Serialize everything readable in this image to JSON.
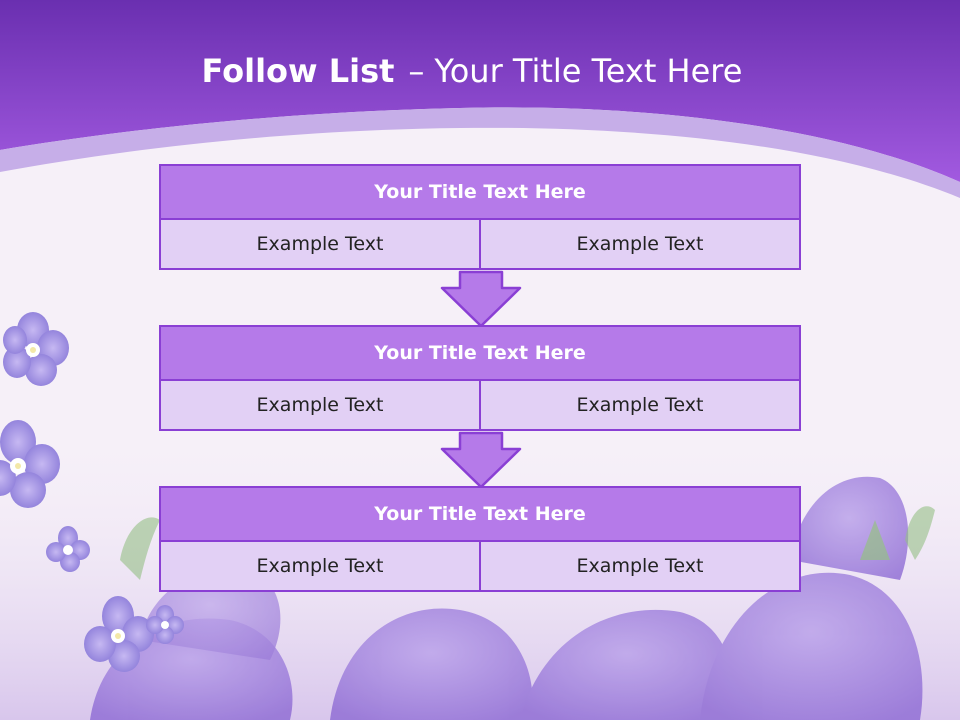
{
  "slide": {
    "title_bold": "Follow List",
    "title_dash": "–",
    "title_rest": "Your Title Text Here"
  },
  "blocks": [
    {
      "title": "Your Title Text Here",
      "left": "Example Text",
      "right": "Example Text"
    },
    {
      "title": "Your Title Text Here",
      "left": "Example Text",
      "right": "Example Text"
    },
    {
      "title": "Your Title Text Here",
      "left": "Example Text",
      "right": "Example Text"
    }
  ],
  "icons": {
    "arrows": [
      "arrow-down-icon",
      "arrow-down-icon"
    ],
    "decoration": [
      "flower-icon"
    ]
  },
  "colors": {
    "header_top": "#6a2fb0",
    "header_bottom": "#a25ae0",
    "block_title_fill": "#b57ae9",
    "block_cell_fill": "#e2d0f5",
    "block_border": "#8a3fd4",
    "arrow_fill": "#b57ae9"
  }
}
